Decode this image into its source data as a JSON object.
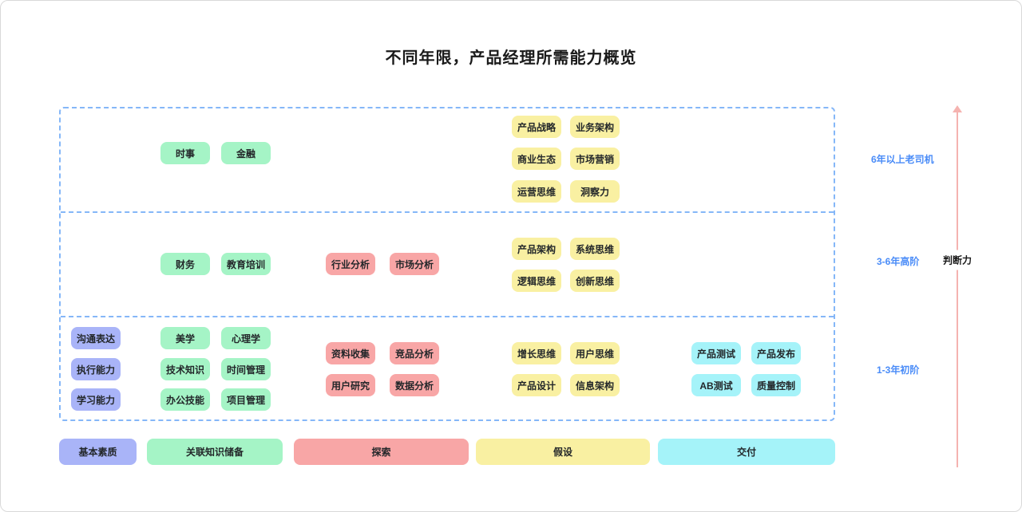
{
  "title": "不同年限，产品经理所需能力概览",
  "colors": {
    "basic": "#a9b4f8",
    "knowledge": "#a5f4c6",
    "explore": "#f8a6a6",
    "hypothesis": "#f9f0a2",
    "delivery": "#a5f3f9",
    "dashed_border": "#85b7f8",
    "band_label_text": "#4a8cf8",
    "arrow": "#f5b3b0"
  },
  "bands": [
    {
      "label": "6年以上老司机",
      "chips": {
        "knowledge": [
          "时事",
          "金融"
        ],
        "hypothesis": [
          "产品战略",
          "业务架构",
          "商业生态",
          "市场营销",
          "运营思维",
          "洞察力"
        ]
      }
    },
    {
      "label": "3-6年高阶",
      "chips": {
        "knowledge": [
          "财务",
          "教育培训"
        ],
        "explore": [
          "行业分析",
          "市场分析"
        ],
        "hypothesis": [
          "产品架构",
          "系统思维",
          "逻辑思维",
          "创新思维"
        ]
      }
    },
    {
      "label": "1-3年初阶",
      "chips": {
        "basic": [
          "沟通表达",
          "执行能力",
          "学习能力"
        ],
        "knowledge": [
          "美学",
          "心理学",
          "技术知识",
          "时间管理",
          "办公技能",
          "项目管理"
        ],
        "explore": [
          "资料收集",
          "竞品分析",
          "用户研究",
          "数据分析"
        ],
        "hypothesis": [
          "增长思维",
          "用户思维",
          "产品设计",
          "信息架构"
        ],
        "delivery": [
          "产品测试",
          "产品发布",
          "AB测试",
          "质量控制"
        ]
      }
    }
  ],
  "legend": [
    {
      "label": "基本素质",
      "category": "basic"
    },
    {
      "label": "关联知识储备",
      "category": "knowledge"
    },
    {
      "label": "探索",
      "category": "explore"
    },
    {
      "label": "假设",
      "category": "hypothesis"
    },
    {
      "label": "交付",
      "category": "delivery"
    }
  ],
  "axis": {
    "label": "判断力"
  }
}
